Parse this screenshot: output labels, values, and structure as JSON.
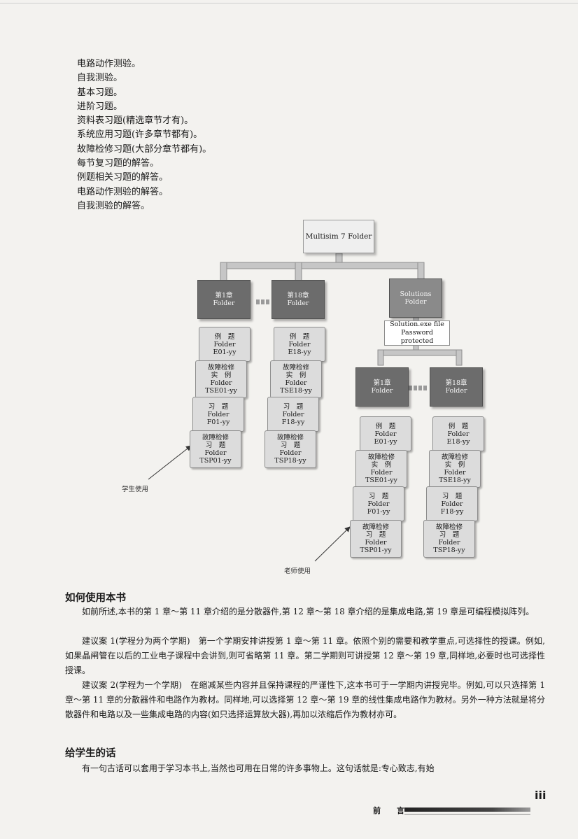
{
  "list_items": [
    "电路动作测验。",
    "自我测验。",
    "基本习题。",
    "进阶习题。",
    "资料表习题(精选章节才有)。",
    "系统应用习题(许多章节都有)。",
    "故障检修习题(大部分章节都有)。",
    "每节复习题的解答。",
    "例题相关习题的解答。",
    "电路动作测验的解答。",
    "自我测验的解答。"
  ],
  "diagram": {
    "root": "Multisim 7 Folder",
    "folder_ch1": [
      "第1章",
      "Folder"
    ],
    "folder_ch18": [
      "第18章",
      "Folder"
    ],
    "folder_solutions": [
      "Solutions",
      "Folder"
    ],
    "solutions_label": [
      "Solution.exe file",
      "Password protected"
    ],
    "student_ch1": [
      [
        "例　题",
        "Folder",
        "E01-yy"
      ],
      [
        "故障检修",
        "实　例",
        "Folder",
        "TSE01-yy"
      ],
      [
        "习　题",
        "Folder",
        "F01-yy"
      ],
      [
        "故障检修",
        "习　题",
        "Folder",
        "TSP01-yy"
      ]
    ],
    "student_ch18": [
      [
        "例　题",
        "Folder",
        "E18-yy"
      ],
      [
        "故障检修",
        "实　例",
        "Folder",
        "TSE18-yy"
      ],
      [
        "习　题",
        "Folder",
        "F18-yy"
      ],
      [
        "故障检修",
        "习　题",
        "Folder",
        "TSP18-yy"
      ]
    ],
    "teacher_ch1": [
      [
        "例　题",
        "Folder",
        "E01-yy"
      ],
      [
        "故障检修",
        "实　例",
        "Folder",
        "TSE01-yy"
      ],
      [
        "习　题",
        "Folder",
        "F01-yy"
      ],
      [
        "故障检修",
        "习　题",
        "Folder",
        "TSP01-yy"
      ]
    ],
    "teacher_ch18": [
      [
        "例　题",
        "Folder",
        "E18-yy"
      ],
      [
        "故障检修",
        "实　例",
        "Folder",
        "TSE18-yy"
      ],
      [
        "习　题",
        "Folder",
        "F18-yy"
      ],
      [
        "故障检修",
        "习　题",
        "Folder",
        "TSP18-yy"
      ]
    ],
    "student_caption": "学生使用",
    "teacher_caption": "老师使用"
  },
  "section1": {
    "heading": "如何使用本书",
    "p1": "如前所述,本书的第 1 章～第 11 章介绍的是分散器件,第 12 章～第 18 章介绍的是集成电路,第 19 章是可编程模拟阵列。",
    "p2": "建议案 1(学程分为两个学期)　第一个学期安排讲授第 1 章～第 11 章。依照个别的需要和教学重点,可选择性的授课。例如,如果晶闸管在以后的工业电子课程中会讲到,则可省略第 11 章。第二学期则可讲授第 12 章～第 19 章,同样地,必要时也可选择性授课。",
    "p3": "建议案 2(学程为一个学期)　在缩减某些内容并且保持课程的严谨性下,这本书可于一学期内讲授完毕。例如,可以只选择第 1 章～第 11 章的分散器件和电路作为教材。同样地,可以选择第 12 章～第 19 章的线性集成电路作为教材。另外一种方法就是将分散器件和电路以及一些集成电路的内容(如只选择运算放大器),再加以浓缩后作为教材亦可。"
  },
  "section2": {
    "heading": "给学生的话",
    "p1": "有一句古话可以套用于学习本书上,当然也可用在日常的许多事物上。这句话就是:专心致志,有始"
  },
  "footer": {
    "label": "前　言",
    "page": "iii"
  }
}
